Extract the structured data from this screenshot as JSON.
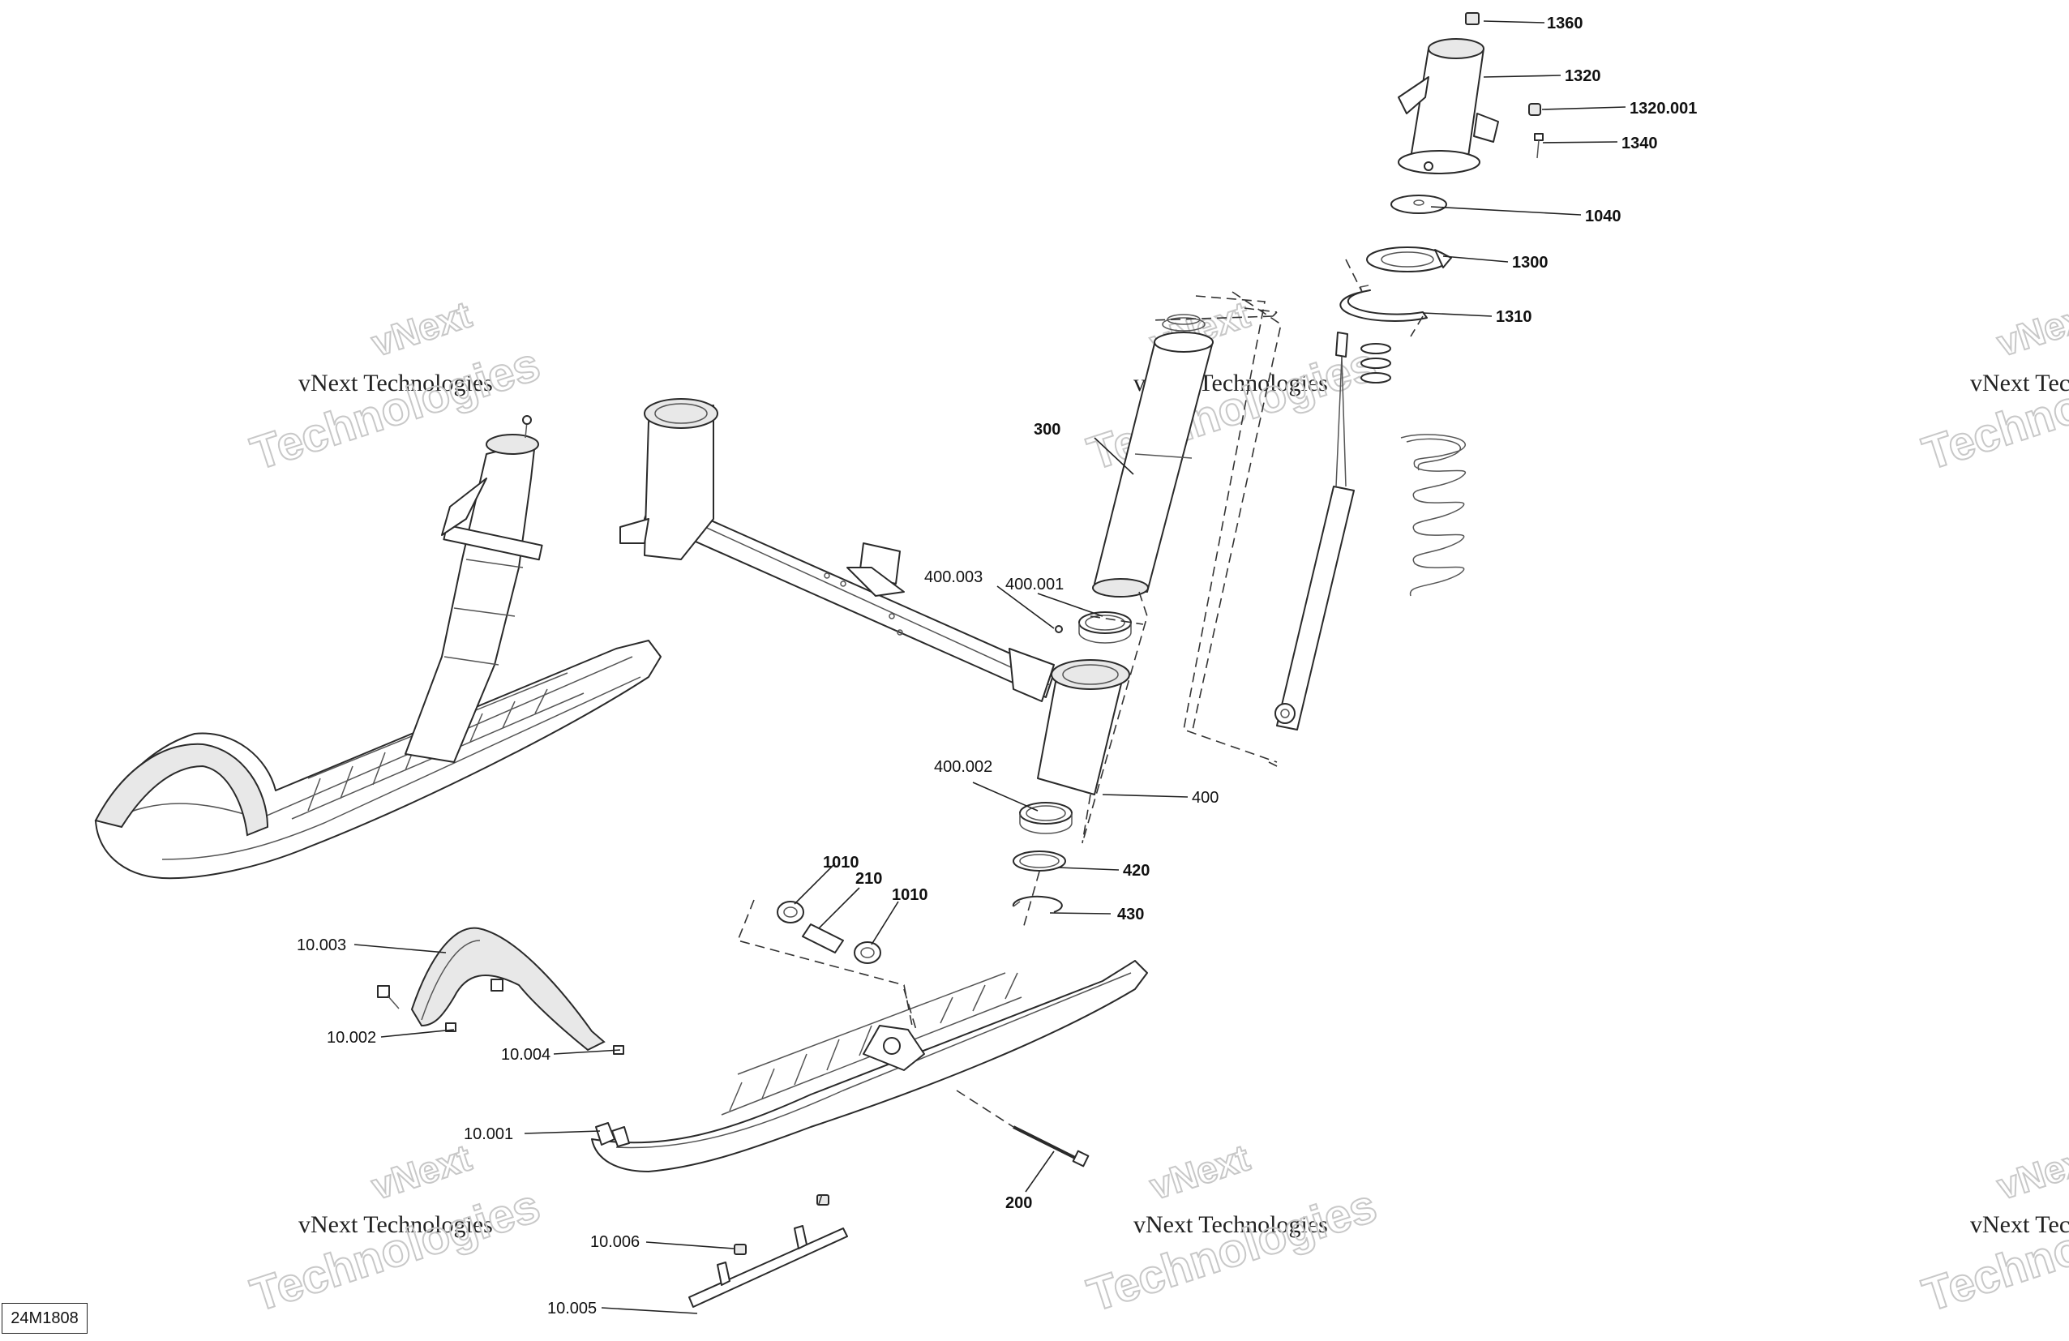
{
  "diagram_id": "24M1808",
  "watermark": {
    "line1": "vNext",
    "line2": "vNext Technologies",
    "line3": "Technologies"
  },
  "callouts": [
    {
      "id": "c-1360",
      "text": "1360"
    },
    {
      "id": "c-1320",
      "text": "1320"
    },
    {
      "id": "c-1320-001",
      "text": "1320.001"
    },
    {
      "id": "c-1340",
      "text": "1340"
    },
    {
      "id": "c-1040",
      "text": "1040"
    },
    {
      "id": "c-1300",
      "text": "1300"
    },
    {
      "id": "c-1310",
      "text": "1310"
    },
    {
      "id": "c-300",
      "text": "300"
    },
    {
      "id": "c-400-003",
      "text": "400.003"
    },
    {
      "id": "c-400-001",
      "text": "400.001"
    },
    {
      "id": "c-400-002",
      "text": "400.002"
    },
    {
      "id": "c-400",
      "text": "400"
    },
    {
      "id": "c-420",
      "text": "420"
    },
    {
      "id": "c-430",
      "text": "430"
    },
    {
      "id": "c-1010-a",
      "text": "1010"
    },
    {
      "id": "c-210",
      "text": "210"
    },
    {
      "id": "c-1010-b",
      "text": "1010"
    },
    {
      "id": "c-10-003",
      "text": "10.003"
    },
    {
      "id": "c-10-002",
      "text": "10.002"
    },
    {
      "id": "c-10-004",
      "text": "10.004"
    },
    {
      "id": "c-10-001",
      "text": "10.001"
    },
    {
      "id": "c-200",
      "text": "200"
    },
    {
      "id": "c-10-006",
      "text": "10.006"
    },
    {
      "id": "c-10-005",
      "text": "10.005"
    }
  ]
}
